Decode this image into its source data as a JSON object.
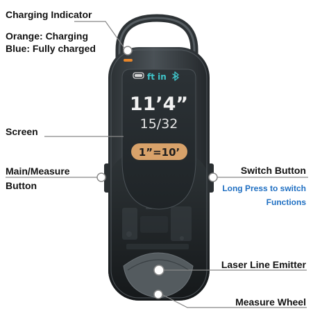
{
  "labels": {
    "charging_indicator": "Charging Indicator",
    "orange_charging": "Orange: Charging",
    "blue_fully_charged": "Blue: Fully charged",
    "screen": "Screen",
    "main_measure_1": "Main/Measure",
    "main_measure_2": "Button",
    "switch_button": "Switch Button",
    "long_press_1": "Long Press to switch",
    "long_press_2": "Functions",
    "laser_line_emitter": "Laser Line Emitter",
    "measure_wheel": "Measure Wheel"
  },
  "display": {
    "units": "ft in",
    "measurement_main": "11’4”",
    "measurement_fraction": "15/32",
    "scale": "1”=10’"
  },
  "colors": {
    "device_body": "#3a4044",
    "device_dark": "#1d2124",
    "screen_bg": "#2a2f33",
    "display_text": "#f2f2f2",
    "units_teal": "#3fc4c9",
    "scale_badge": "#d8a26a",
    "indicator_orange": "#e8862a",
    "callout_line": "#888888",
    "blue_text": "#1f6fc2"
  },
  "icons": {
    "battery": "battery-icon",
    "bluetooth": "bluetooth-icon"
  }
}
